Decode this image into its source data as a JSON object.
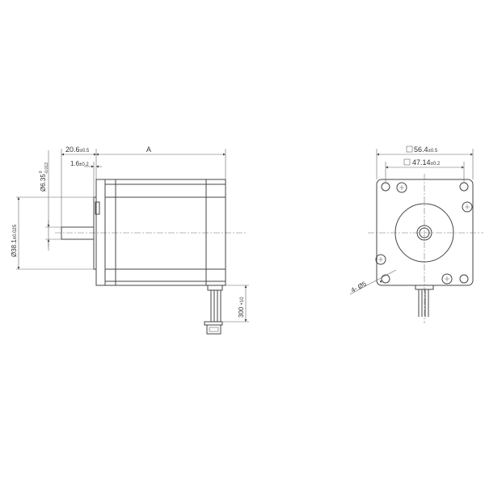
{
  "side_view": {
    "shaft_length": "20.6",
    "shaft_length_tol": "±0.5",
    "body_length": "A",
    "flange_step": "1.6",
    "flange_step_tol": "±0.2",
    "shaft_diameter": "Ø6.35",
    "shaft_diameter_tol_upper": "0",
    "shaft_diameter_tol_lower": "-0.013",
    "pilot_diameter": "Ø38.1",
    "pilot_diameter_tol": "±0.025",
    "lead_length": "300",
    "lead_length_tol": "+10"
  },
  "front_view": {
    "body_square": "56.4",
    "body_square_tol": "±0.5",
    "hole_spacing": "47.14",
    "hole_spacing_tol": "±0.2",
    "mounting_holes": "4- Ø5"
  }
}
